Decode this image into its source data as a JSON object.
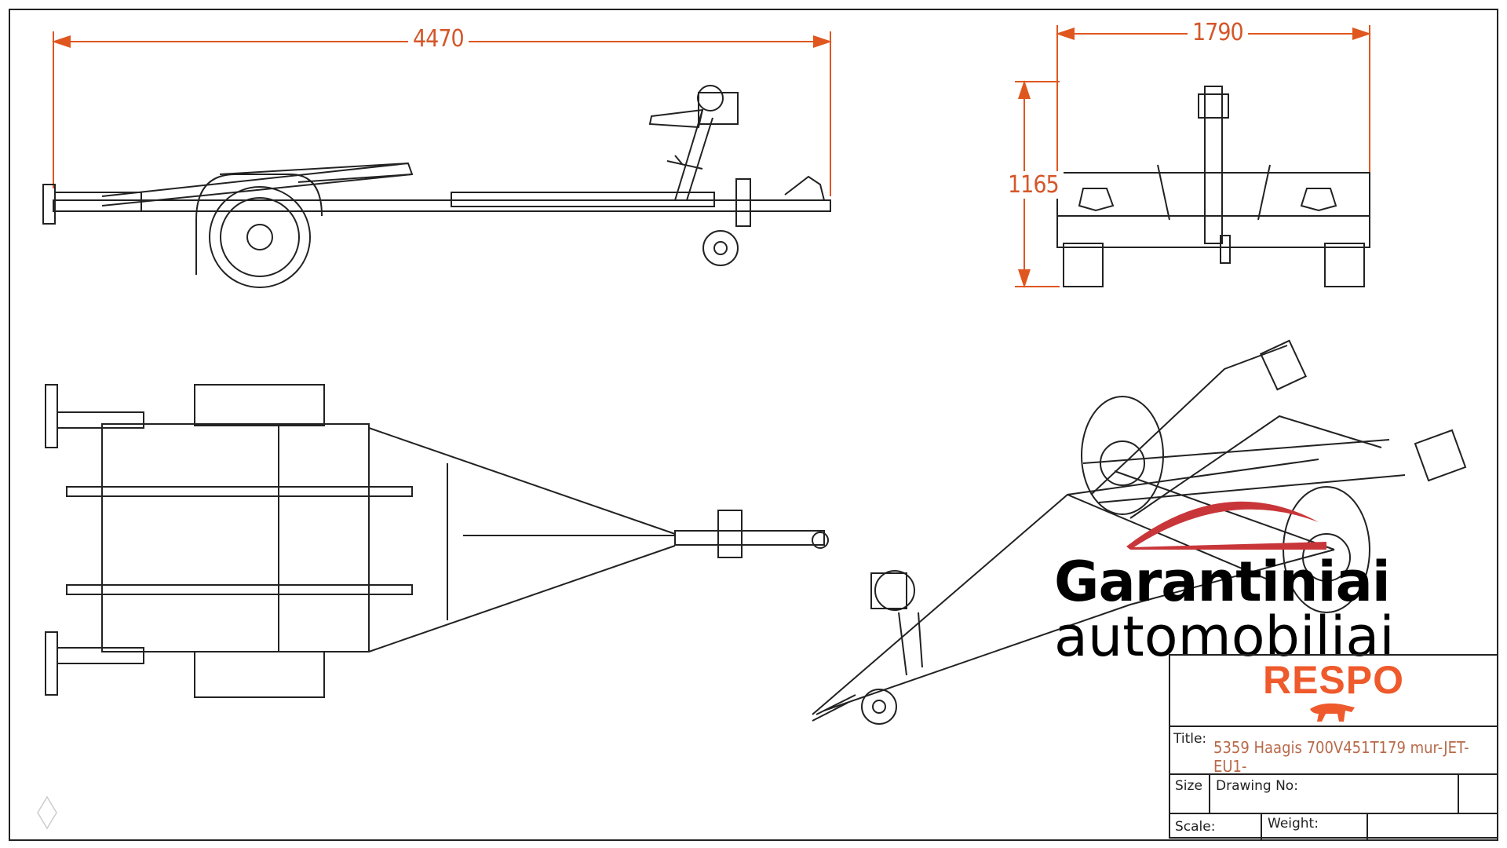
{
  "dimensions": {
    "length": "4470",
    "width": "1790",
    "height": "1165"
  },
  "watermark": {
    "line1": "Garantiniai",
    "line2": "automobiliai"
  },
  "title_block": {
    "brand": "RESPO",
    "title_label": "Title:",
    "title_value": "5359 Haagis 700V451T179 mur-JET-EU1-",
    "size_label": "Size",
    "drawing_no_label": "Drawing No:",
    "scale_label": "Scale:",
    "weight_label": "Weight:"
  },
  "colors": {
    "dimension": "#e0561f",
    "brand": "#ee5a2c",
    "swoosh": "#c8363a",
    "line": "#222222"
  }
}
